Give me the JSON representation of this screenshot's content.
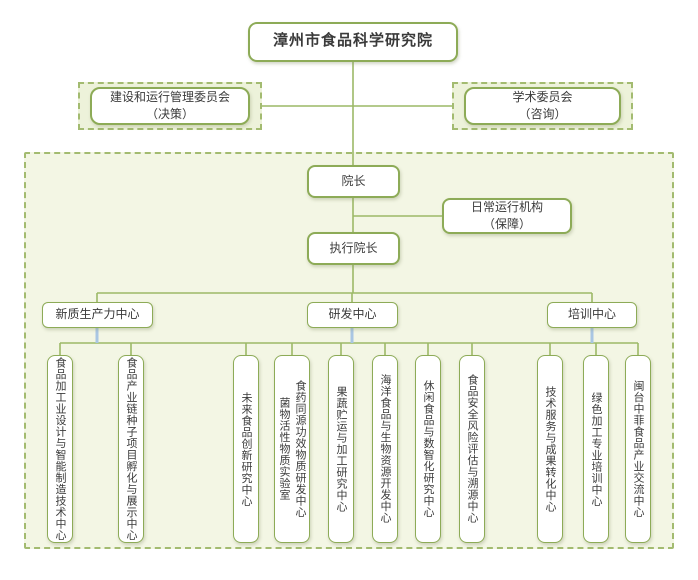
{
  "title": "漳州市食品科学研究院",
  "committees": {
    "left": "建设和运行管理委员会\n（决策）",
    "right": "学术委员会\n（咨询）"
  },
  "leadership": {
    "president": "院长",
    "daily_ops": "日常运行机构\n（保障）",
    "executive_president": "执行院长"
  },
  "centers": [
    "新质生产力中心",
    "研发中心",
    "培训中心"
  ],
  "departments": [
    "食品加工业设计与智能制造技术中心",
    "食品产业链种子项目孵化与展示中心",
    "未来食品创新研究中心",
    "食药同源功效物质研发中心\n菌物活性物质实验室",
    "果蔬贮运与加工研究中心",
    "海洋食品与生物资源开发中心",
    "休闲食品与数智化研究中心",
    "食品安全风险评估与溯源中心",
    "技术服务与成果转化中心",
    "绿色加工专业培训中心",
    "闽台中菲食品产业交流中心"
  ],
  "colors": {
    "box_border_green": "#8dab57",
    "line_green": "#9cb967",
    "dashed_border_green": "#a3bb70",
    "container_bg": "#f3f6e4",
    "committee_bg": "#edf2da",
    "blue_connector": "#a9c6e3",
    "text": "#3a3a3a"
  }
}
